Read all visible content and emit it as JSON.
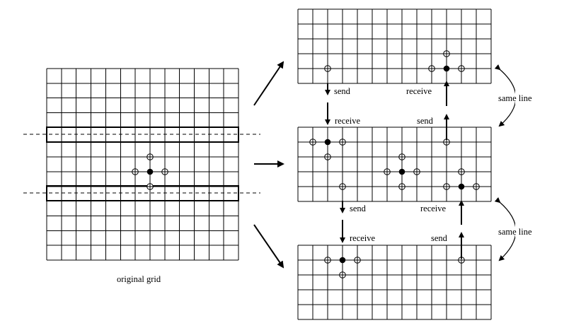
{
  "labels": {
    "original_grid": "original grid",
    "send": "send",
    "receive": "receive",
    "same_line": "same line"
  }
}
